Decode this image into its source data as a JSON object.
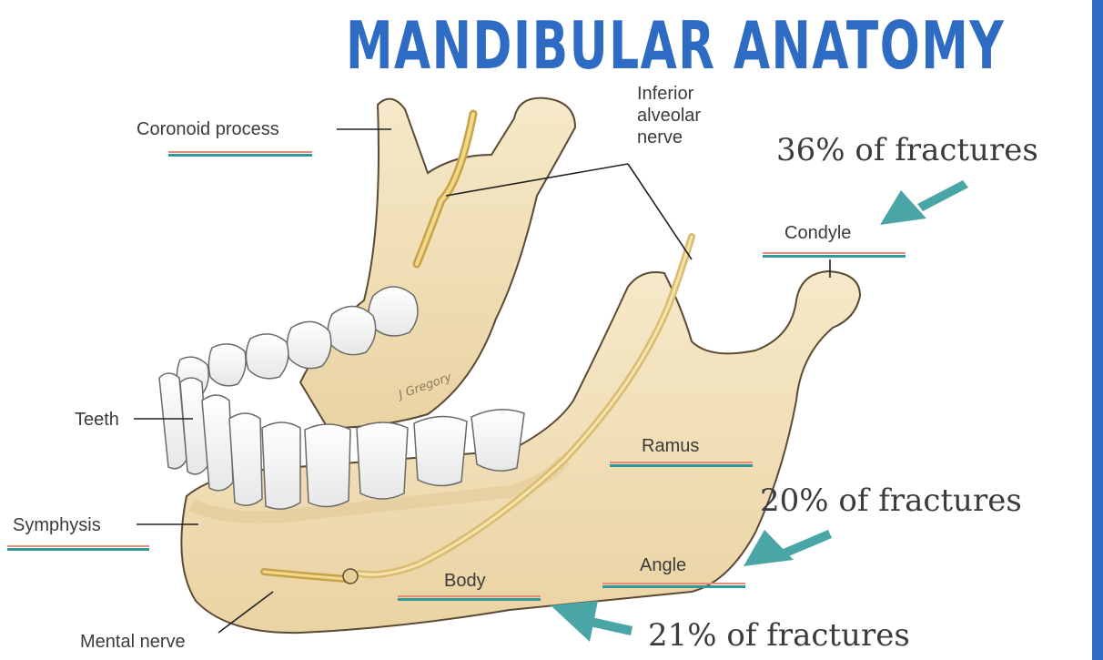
{
  "title": "MANDIBULAR ANATOMY",
  "labels": {
    "coronoid": "Coronoid process",
    "nerve_line1": "Inferior",
    "nerve_line2": "alveolar",
    "nerve_line3": "nerve",
    "condyle": "Condyle",
    "teeth": "Teeth",
    "ramus": "Ramus",
    "symphysis": "Symphysis",
    "angle": "Angle",
    "body": "Body",
    "mental_nerve": "Mental nerve",
    "signature": "J Gregory"
  },
  "stats": {
    "condyle": "36% of fractures",
    "angle": "20% of fractures",
    "body": "21% of fractures"
  },
  "colors": {
    "title": "#2e6cc4",
    "bone": "#f3e2bd",
    "arrow": "#4aa6a6",
    "underline_top": "#e98a78",
    "underline_bottom": "#2f9a9a"
  }
}
